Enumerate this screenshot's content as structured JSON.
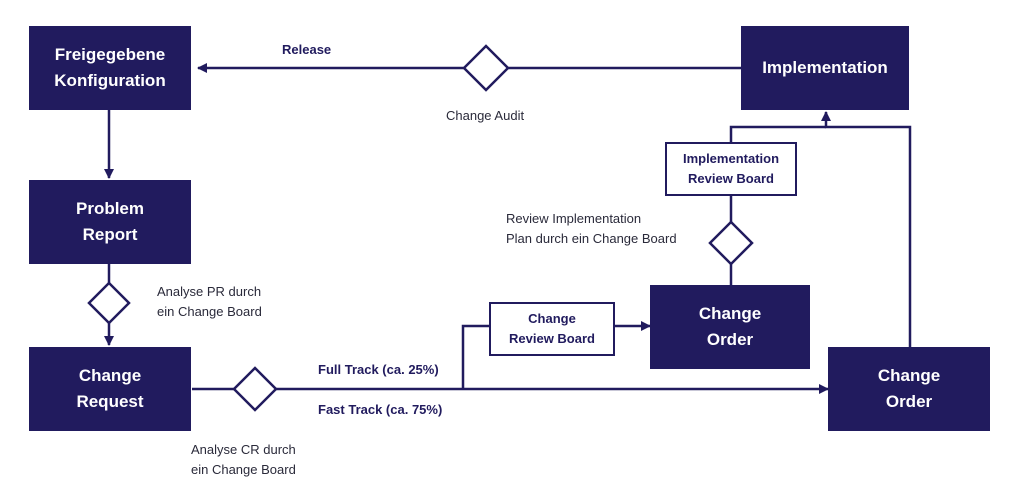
{
  "colors": {
    "primary": "#211b5e",
    "background": "#ffffff",
    "text": "#2a2a3a"
  },
  "nodes": {
    "freigegebene_konfiguration": "Freigegebene\nKonfiguration",
    "implementation": "Implementation",
    "problem_report": "Problem\nReport",
    "change_request": "Change\nRequest",
    "change_order_top": "Change\nOrder",
    "change_order_right": "Change\nOrder",
    "implementation_review_board": "Implementation\nReview Board",
    "change_review_board": "Change\nReview Board"
  },
  "labels": {
    "release": "Release",
    "change_audit": "Change Audit",
    "review_implementation": "Review Implementation\nPlan durch ein Change Board",
    "analyse_pr": "Analyse PR durch\nein Change Board",
    "analyse_cr": "Analyse CR durch\nein Change Board",
    "full_track": "Full Track (ca. 25%)",
    "fast_track": "Fast Track (ca. 75%)"
  }
}
